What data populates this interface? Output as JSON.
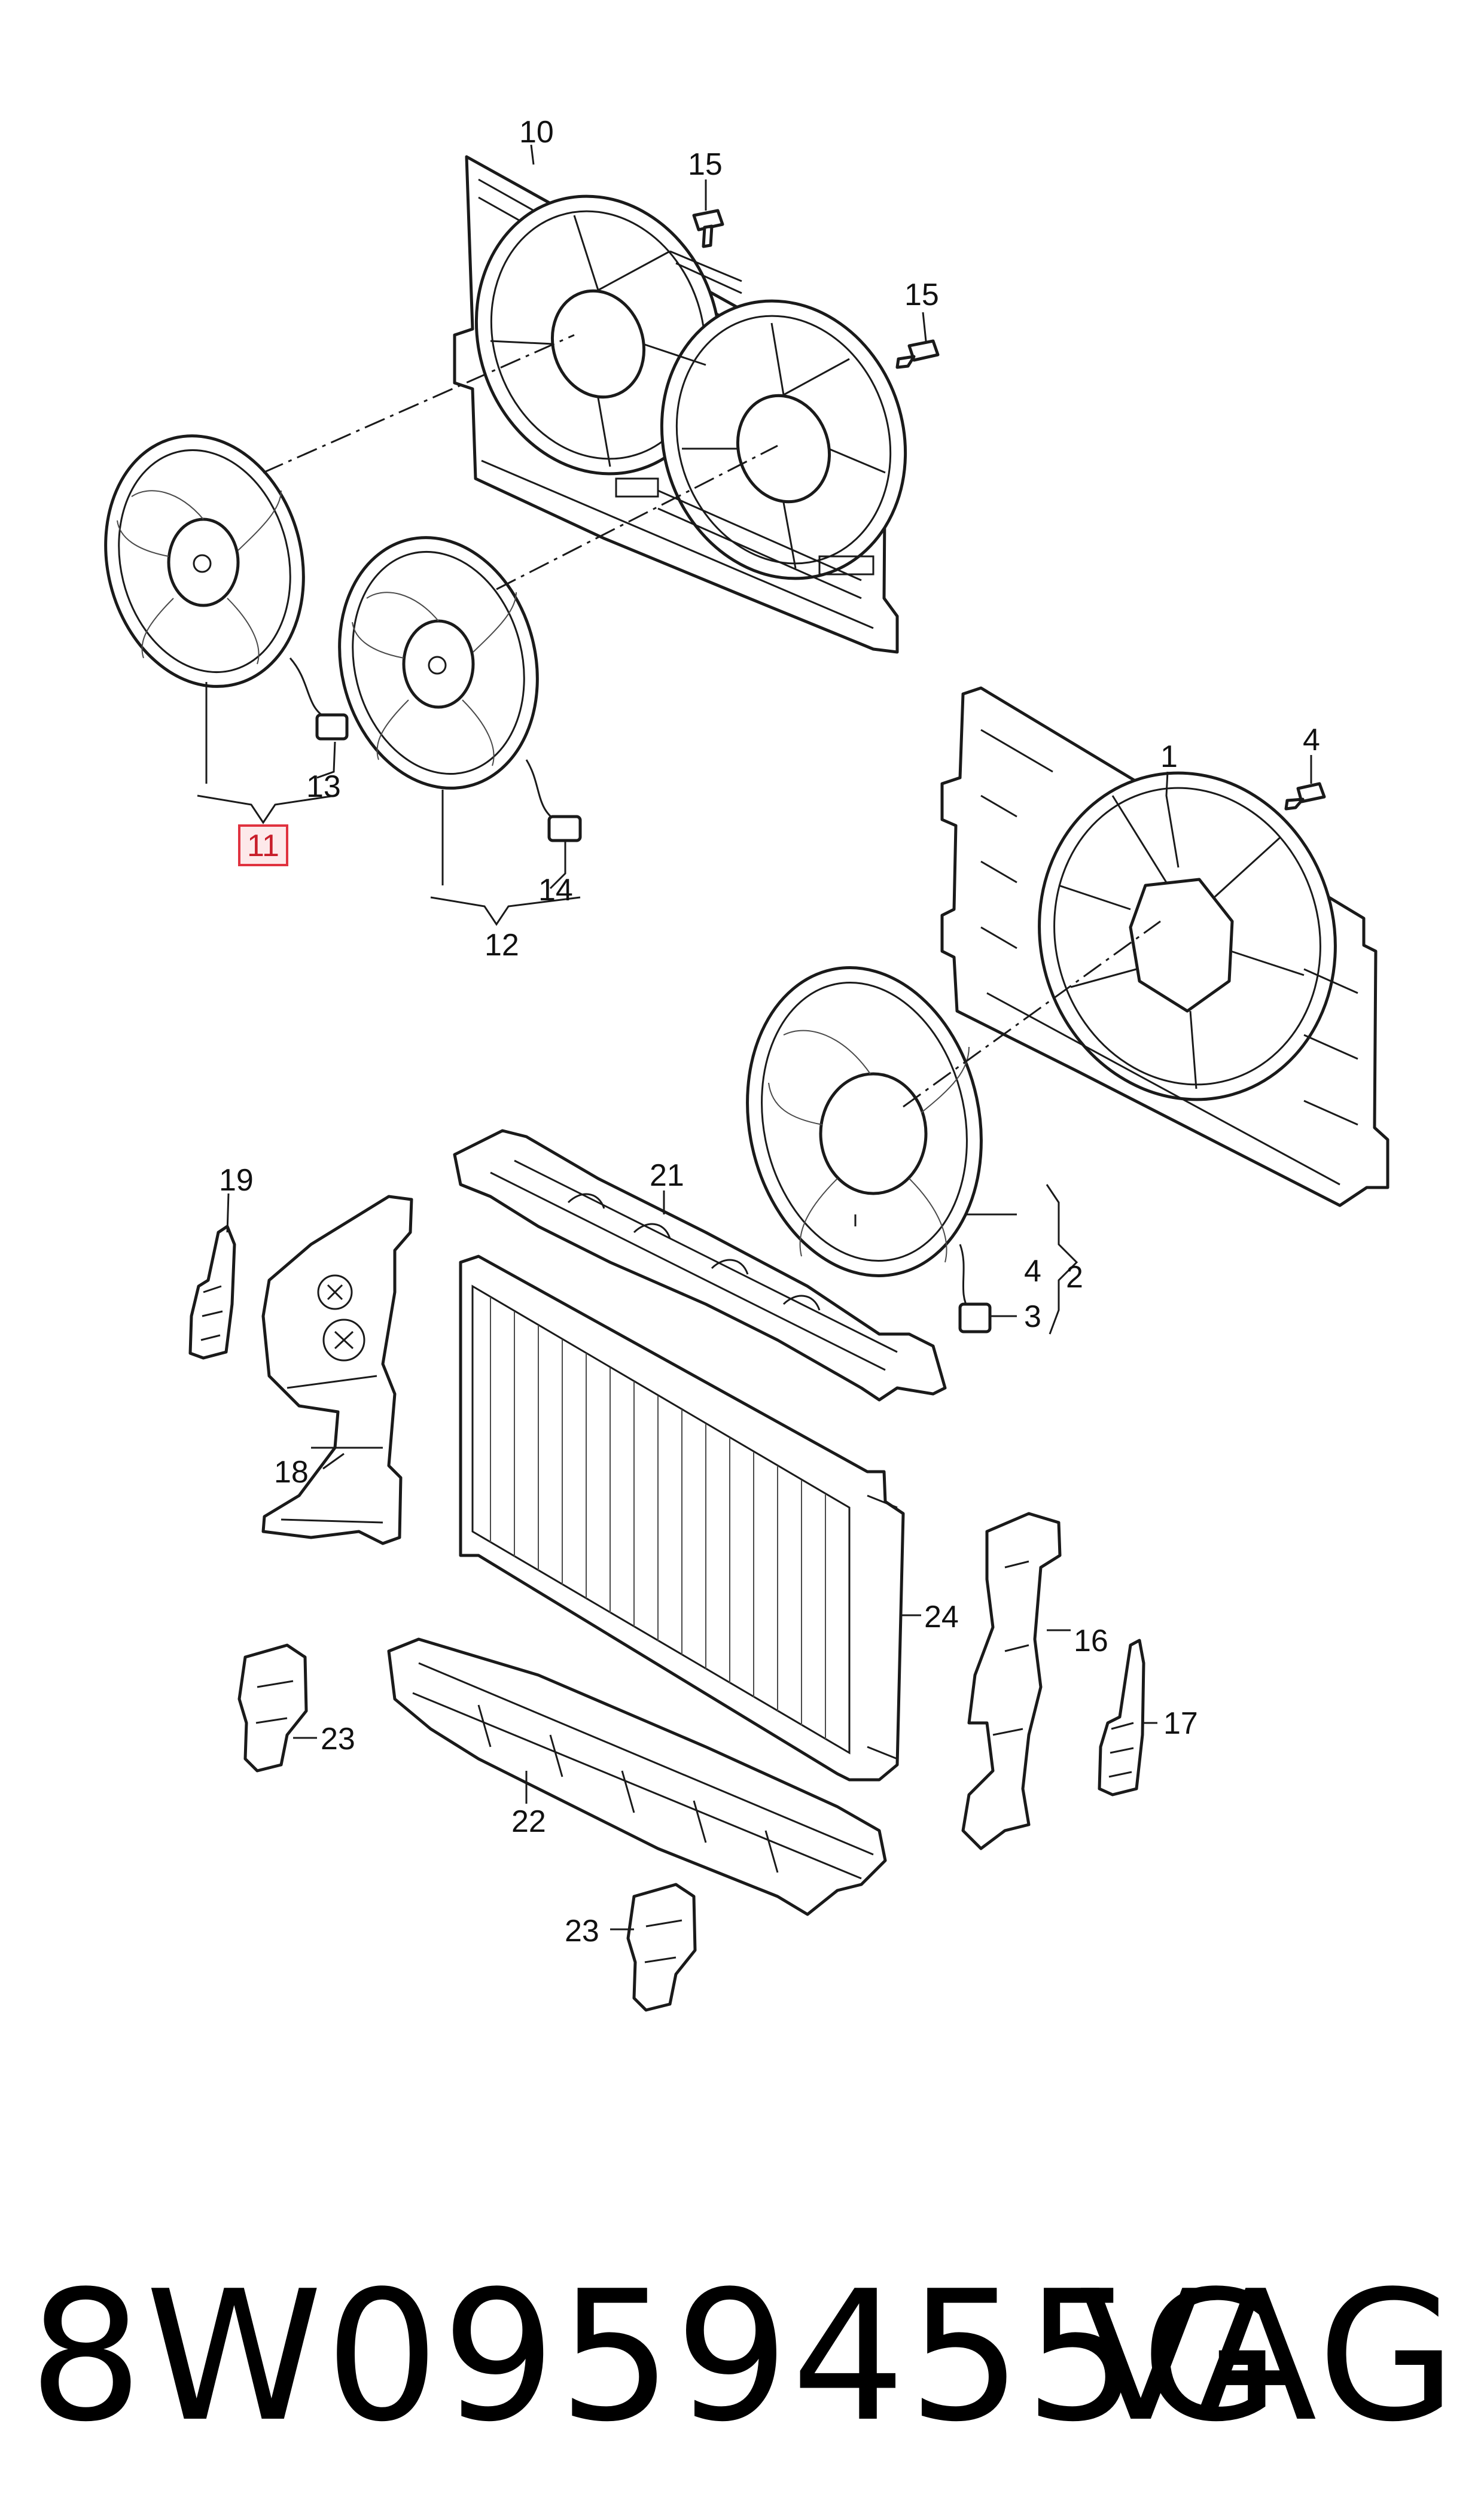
{
  "labels": {
    "l1": "1",
    "l2": "2",
    "l3": "3",
    "l4a": "4",
    "l4b": "4",
    "l10": "10",
    "l11": "11",
    "l12": "12",
    "l13": "13",
    "l14": "14",
    "l15a": "15",
    "l15b": "15",
    "l16": "16",
    "l17": "17",
    "l18": "18",
    "l19": "19",
    "l21": "21",
    "l22": "22",
    "l23a": "23",
    "l23b": "23",
    "l24": "24"
  },
  "highlight": {
    "label": "11",
    "box_color": "#fde9ea",
    "border_color": "#e0323f"
  },
  "footer": {
    "part_number": "8W0959455G",
    "brand": "VAG"
  }
}
